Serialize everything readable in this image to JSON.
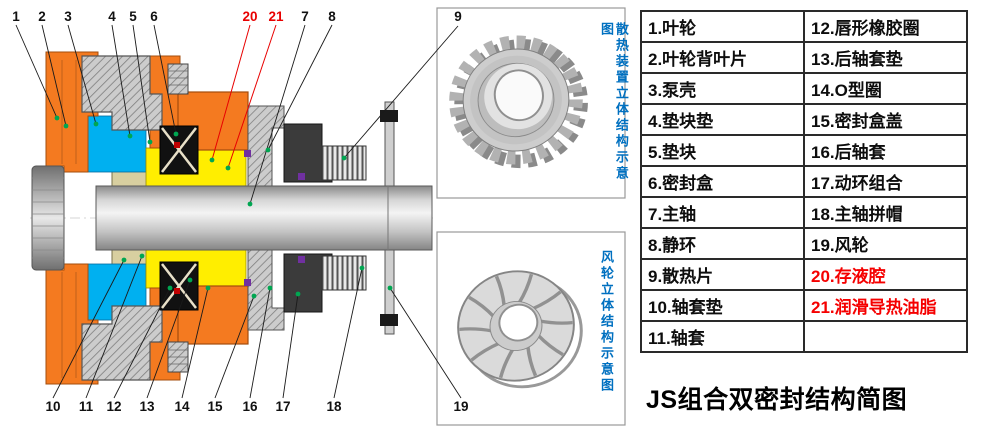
{
  "colors": {
    "accent_red": "#e80000",
    "caption_blue": "#0070c0",
    "casing_orange": "#f47a20",
    "coolant_cyan": "#00b0f0",
    "grease_yellow": "#ffee00",
    "leader_dot_green": "#00a651"
  },
  "callouts": {
    "top": [
      "1",
      "2",
      "3",
      "4",
      "5",
      "6",
      "20",
      "21",
      "7",
      "8",
      "9"
    ],
    "bottom": [
      "10",
      "11",
      "12",
      "13",
      "14",
      "15",
      "16",
      "17",
      "18",
      "19"
    ]
  },
  "insets": {
    "heat_sink_caption": "散热装置立体结构示意图",
    "fan_caption": "风轮立体结构示意图"
  },
  "parts_table": {
    "rows": [
      {
        "left": "1.叶轮",
        "right": "12.唇形橡胶圈"
      },
      {
        "left": "2.叶轮背叶片",
        "right": "13.后轴套垫"
      },
      {
        "left": "3.泵壳",
        "right": "14.O型圈"
      },
      {
        "left": "4.垫块垫",
        "right": "15.密封盒盖"
      },
      {
        "left": "5.垫块",
        "right": "16.后轴套"
      },
      {
        "left": "6.密封盒",
        "right": "17.动环组合"
      },
      {
        "left": "7.主轴",
        "right": "18.主轴拼帽"
      },
      {
        "left": "8.静环",
        "right": "19.风轮"
      },
      {
        "left": "9.散热片",
        "right": "20.存液腔"
      },
      {
        "left": "10.轴套垫",
        "right": "21.润滑导热油脂"
      },
      {
        "left": "11.轴套",
        "right": ""
      }
    ]
  },
  "title": "JS组合双密封结构简图"
}
